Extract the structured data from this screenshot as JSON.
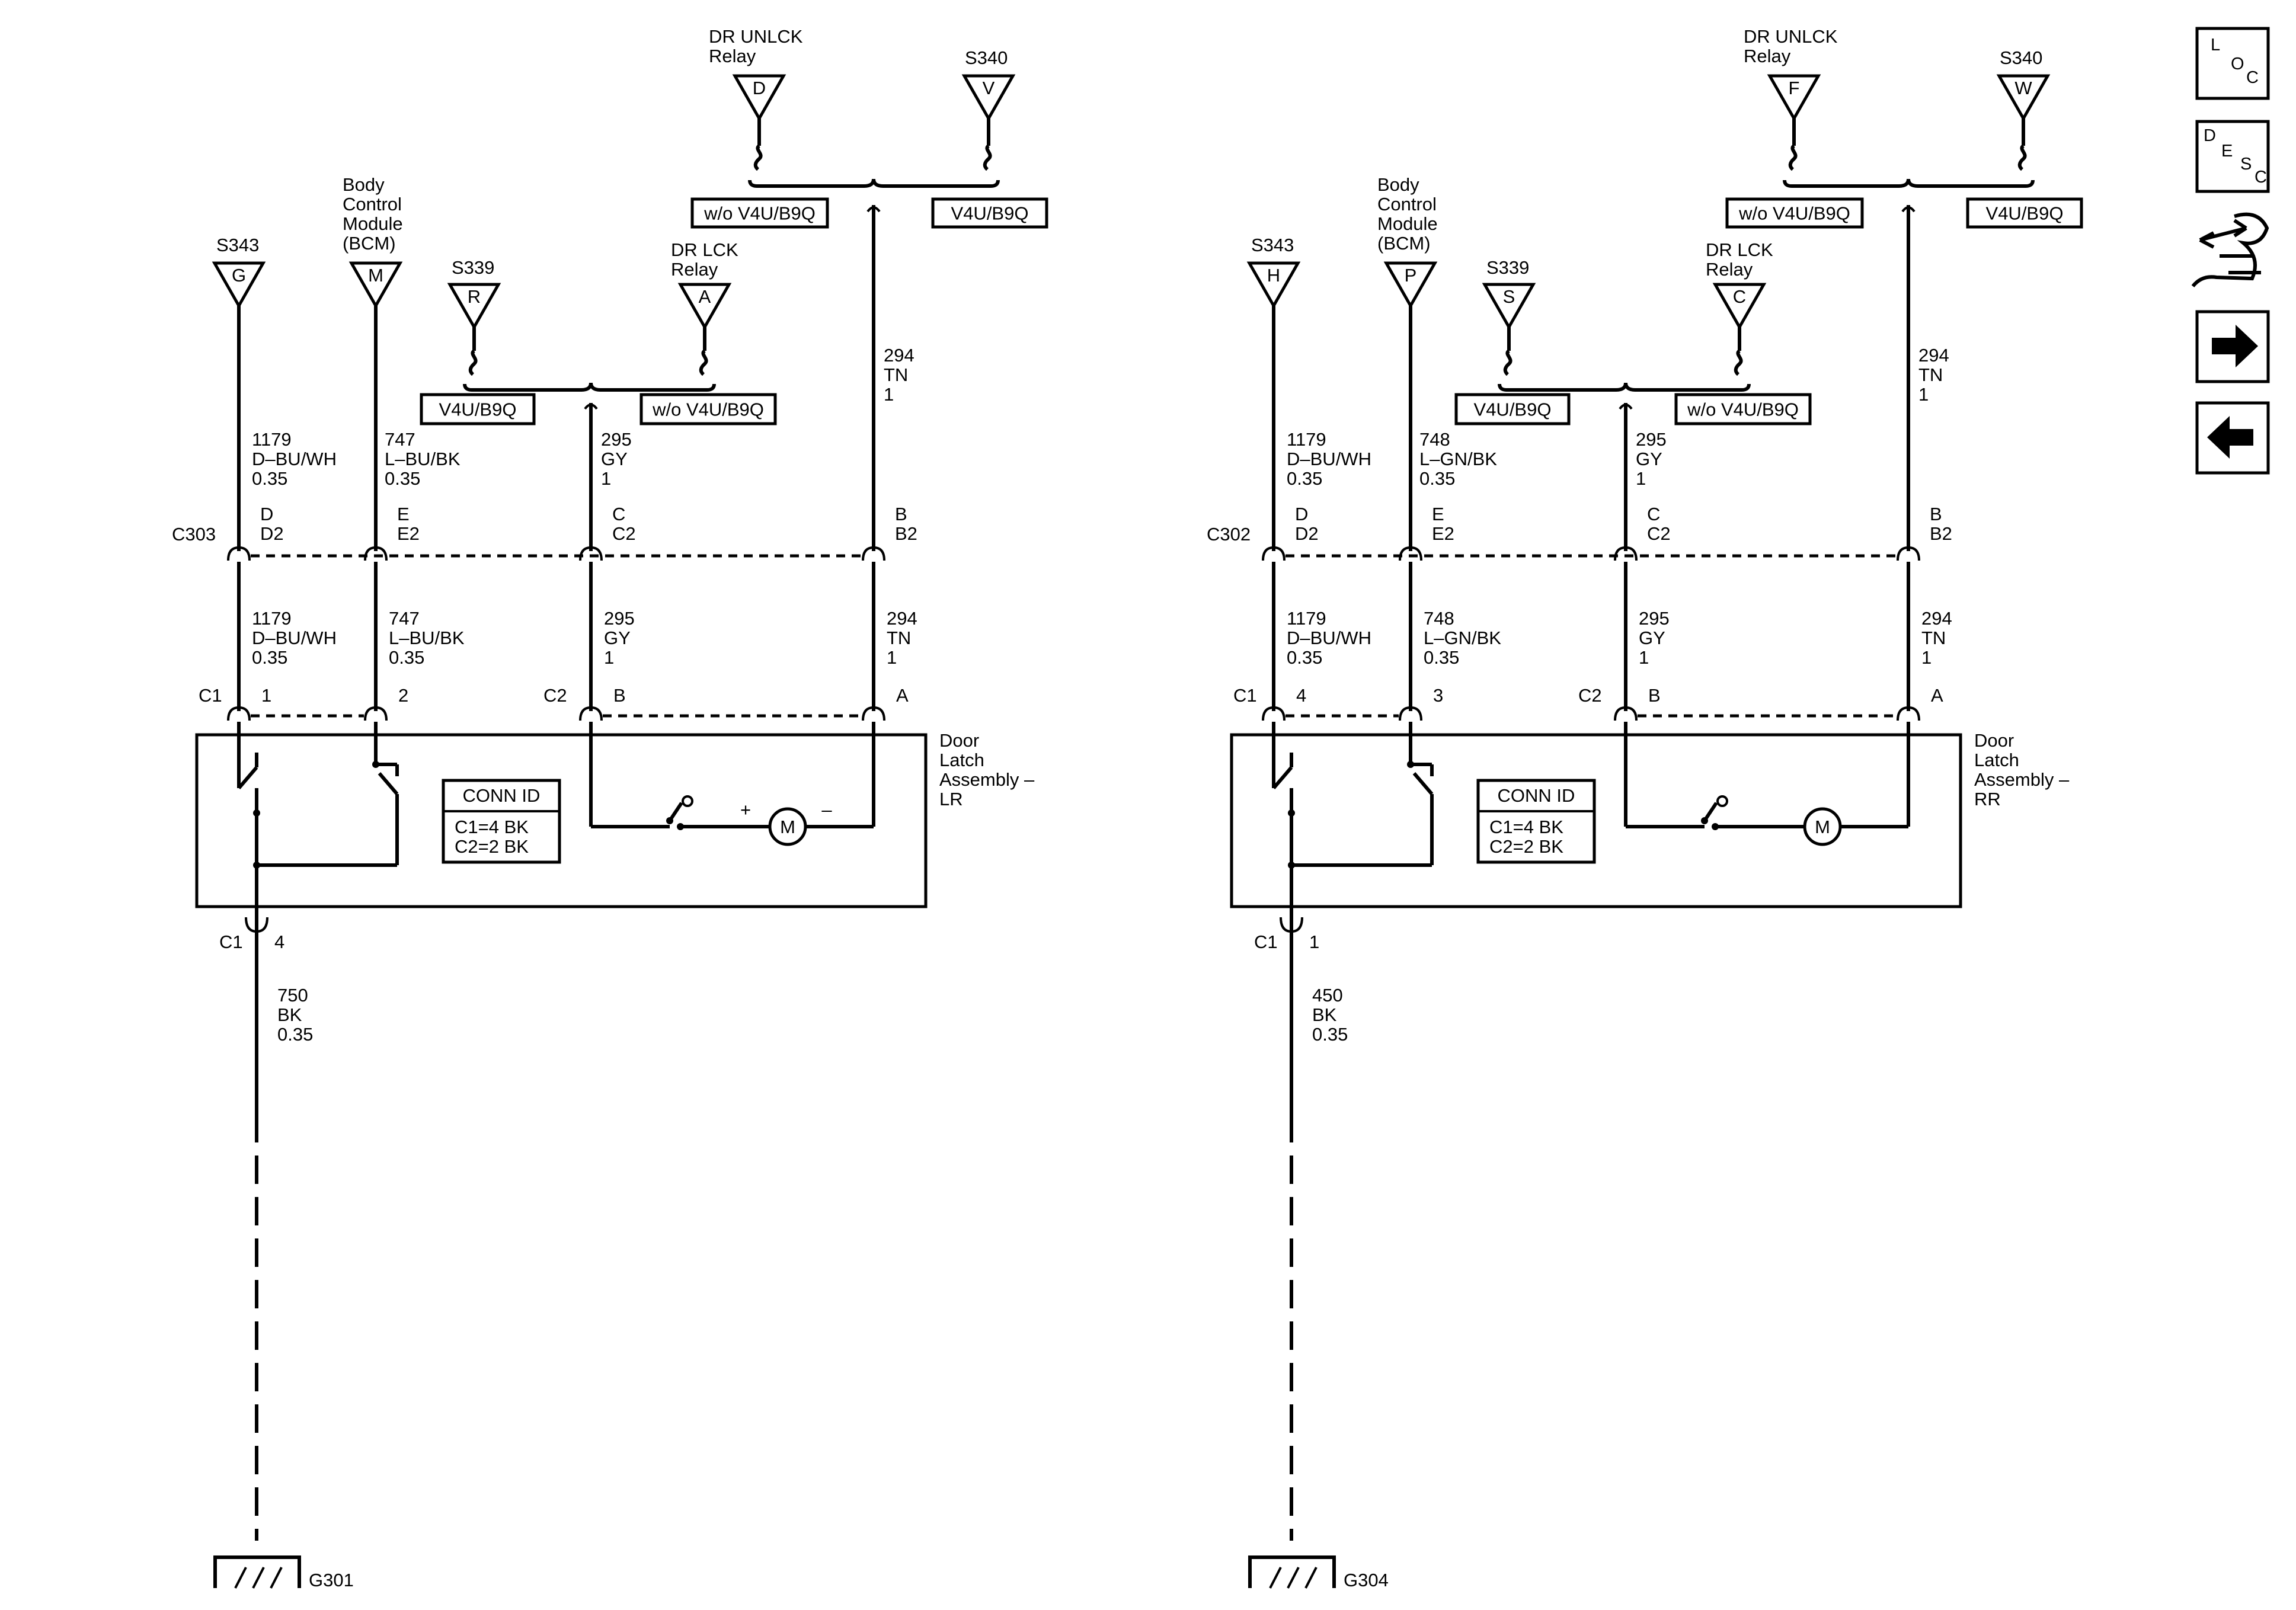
{
  "circuits": [
    {
      "id": "LR",
      "top": {
        "left_option": "w/o V4U/B9Q",
        "right_option": "V4U/B9Q",
        "unlck_relay": {
          "label": [
            "DR UNLCK",
            "Relay"
          ],
          "pin": "D"
        },
        "s340": {
          "label": "S340",
          "pin": "V"
        }
      },
      "mid": {
        "left_option": "V4U/B9Q",
        "right_option": "w/o V4U/B9Q",
        "s339": {
          "label": "S339",
          "pin": "R"
        },
        "lck_relay": {
          "label": [
            "DR LCK",
            "Relay"
          ],
          "pin": "A"
        }
      },
      "s343": {
        "label": "S343",
        "pin": "G"
      },
      "bcm": {
        "label": [
          "Body",
          "Control",
          "Module",
          "(BCM)"
        ],
        "pin": "M"
      },
      "upper_wires": [
        [
          "1179",
          "D–BU/WH",
          "0.35"
        ],
        [
          "747",
          "L–BU/BK",
          "0.35"
        ],
        [
          "295",
          "GY",
          "1"
        ],
        [
          "294",
          "TN",
          "1"
        ]
      ],
      "inline_connector": "C303",
      "inline_pins": [
        [
          "D",
          "D2"
        ],
        [
          "E",
          "E2"
        ],
        [
          "C",
          "C2"
        ],
        [
          "B",
          "B2"
        ]
      ],
      "lower_wires": [
        [
          "1179",
          "D–BU/WH",
          "0.35"
        ],
        [
          "747",
          "L–BU/BK",
          "0.35"
        ],
        [
          "295",
          "GY",
          "1"
        ],
        [
          "294",
          "TN",
          "1"
        ]
      ],
      "conn_c1": "C1",
      "conn_c2": "C2",
      "pins": [
        "1",
        "2",
        "B",
        "A"
      ],
      "component": [
        "Door",
        "Latch",
        "Assembly –",
        "LR"
      ],
      "conn_id": {
        "title": "CONN ID",
        "lines": [
          "C1=4 BK",
          "C2=2 BK"
        ]
      },
      "motor": {
        "symbol": "M",
        "plus": "+",
        "minus": "–"
      },
      "ground_conn": "C1",
      "ground_pin": "4",
      "ground_wire": [
        "750",
        "BK",
        "0.35"
      ],
      "ground": "G301"
    },
    {
      "id": "RR",
      "top": {
        "left_option": "w/o V4U/B9Q",
        "right_option": "V4U/B9Q",
        "unlck_relay": {
          "label": [
            "DR UNLCK",
            "Relay"
          ],
          "pin": "F"
        },
        "s340": {
          "label": "S340",
          "pin": "W"
        }
      },
      "mid": {
        "left_option": "V4U/B9Q",
        "right_option": "w/o V4U/B9Q",
        "s339": {
          "label": "S339",
          "pin": "S"
        },
        "lck_relay": {
          "label": [
            "DR LCK",
            "Relay"
          ],
          "pin": "C"
        }
      },
      "s343": {
        "label": "S343",
        "pin": "H"
      },
      "bcm": {
        "label": [
          "Body",
          "Control",
          "Module",
          "(BCM)"
        ],
        "pin": "P"
      },
      "upper_wires": [
        [
          "1179",
          "D–BU/WH",
          "0.35"
        ],
        [
          "748",
          "L–GN/BK",
          "0.35"
        ],
        [
          "295",
          "GY",
          "1"
        ],
        [
          "294",
          "TN",
          "1"
        ]
      ],
      "inline_connector": "C302",
      "inline_pins": [
        [
          "D",
          "D2"
        ],
        [
          "E",
          "E2"
        ],
        [
          "C",
          "C2"
        ],
        [
          "B",
          "B2"
        ]
      ],
      "lower_wires": [
        [
          "1179",
          "D–BU/WH",
          "0.35"
        ],
        [
          "748",
          "L–GN/BK",
          "0.35"
        ],
        [
          "295",
          "GY",
          "1"
        ],
        [
          "294",
          "TN",
          "1"
        ]
      ],
      "conn_c1": "C1",
      "conn_c2": "C2",
      "pins": [
        "4",
        "3",
        "B",
        "A"
      ],
      "component": [
        "Door",
        "Latch",
        "Assembly –",
        "RR"
      ],
      "conn_id": {
        "title": "CONN ID",
        "lines": [
          "C1=4 BK",
          "C2=2 BK"
        ]
      },
      "motor": {
        "symbol": "M",
        "plus": "",
        "minus": ""
      },
      "ground_conn": "C1",
      "ground_pin": "1",
      "ground_wire": [
        "450",
        "BK",
        "0.35"
      ],
      "ground": "G304"
    }
  ],
  "nav": {
    "loc": [
      "L",
      "O",
      "C"
    ],
    "desc": [
      "D",
      "E",
      "S",
      "C"
    ],
    "icons": [
      "connector-icon",
      "next-arrow-icon",
      "previous-arrow-icon"
    ]
  }
}
